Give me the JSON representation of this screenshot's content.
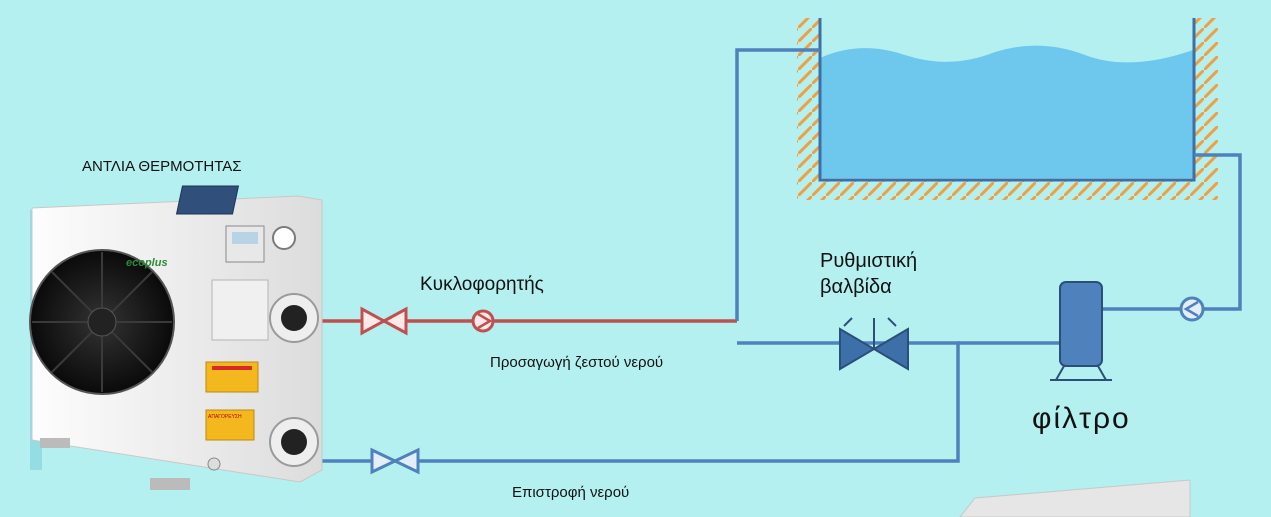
{
  "labels": {
    "heat_pump": "ΑΝΤΛΙΑ ΘΕΡΜΟΤΗΤΑΣ",
    "circulator": "Κυκλοφορητής",
    "hot_water_supply": "Προσαγωγή ζεστού νερού",
    "regulating_valve_line1": "Ρυθμιστική",
    "regulating_valve_line2": "βαλβίδα",
    "filter": "φίλτρο",
    "water_return": "Επιστροφή νερού"
  },
  "unit_brand": "ecoplus",
  "unit_warning_label": "ΑΠΑΓΟΡΕΥΣΗ",
  "colors": {
    "background": "#b4f0f0",
    "hot_pipe": "#c0504d",
    "cold_pipe": "#4f81bd",
    "pool_water": "#5fc0ea",
    "pool_hatch": "#f0a040",
    "valve_fill": "#3d6fa8",
    "filter_fill": "#4f81bd"
  }
}
